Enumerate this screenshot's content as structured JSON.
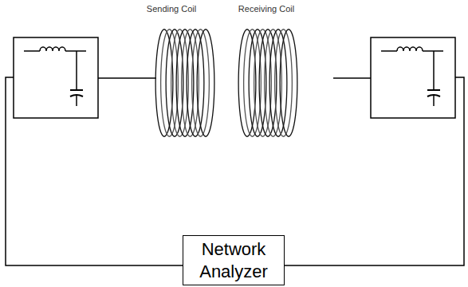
{
  "diagram": {
    "nodes": [
      {
        "text": [
          "Network Analyzer"
        ]
      }
    ],
    "labels": [
      "Sending Coil",
      "Receiving Coil"
    ]
  }
}
